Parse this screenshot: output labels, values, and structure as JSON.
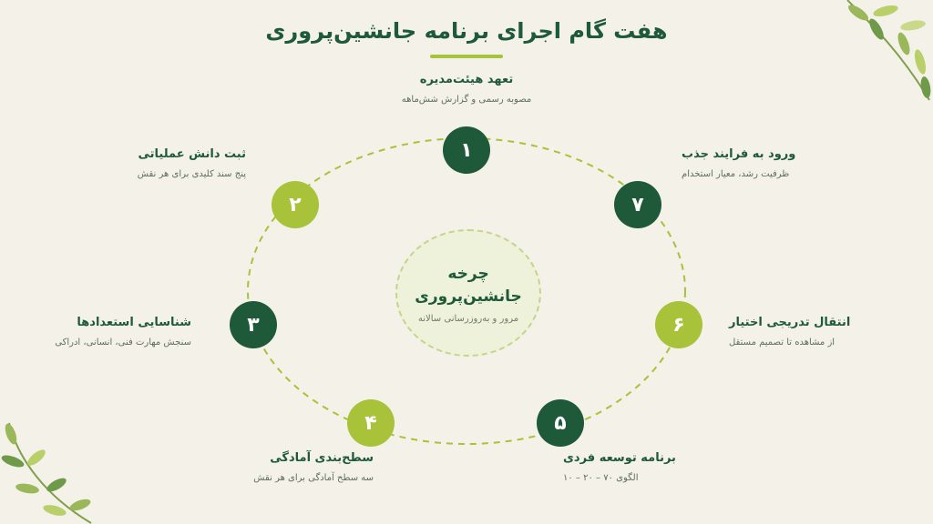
{
  "title": "هفت گام اجرای برنامه جانشین‌پروری",
  "center": {
    "title_line1": "چرخه",
    "title_line2": "جانشین‌پروری",
    "subtitle": "مرور و به‌روزرسانی سالانه"
  },
  "steps": [
    {
      "num": "۱",
      "title": "تعهد هیئت‌مدیره",
      "desc": "مصوبه رسمی و گزارش شش‌ماهه"
    },
    {
      "num": "۲",
      "title": "ثبت دانش عملیاتی",
      "desc": "پنج سند کلیدی برای هر نقش"
    },
    {
      "num": "۳",
      "title": "شناسایی استعدادها",
      "desc": "سنجش مهارت فنی، انسانی، ادراکی"
    },
    {
      "num": "۴",
      "title": "سطح‌بندی آمادگی",
      "desc": "سه سطح آمادگی برای هر نقش"
    },
    {
      "num": "۵",
      "title": "برنامه توسعه فردی",
      "desc": "الگوی ۷۰ – ۲۰ – ۱۰"
    },
    {
      "num": "۶",
      "title": "انتقال تدریجی اختیار",
      "desc": "از مشاهده تا تصمیم مستقل"
    },
    {
      "num": "۷",
      "title": "ورود به فرایند جذب",
      "desc": "ظرفیت رشد، معیار استخدام"
    }
  ],
  "colors": {
    "dark_green": "#1e5a3a",
    "light_green": "#a8c23a",
    "background": "#f4f1e8"
  }
}
